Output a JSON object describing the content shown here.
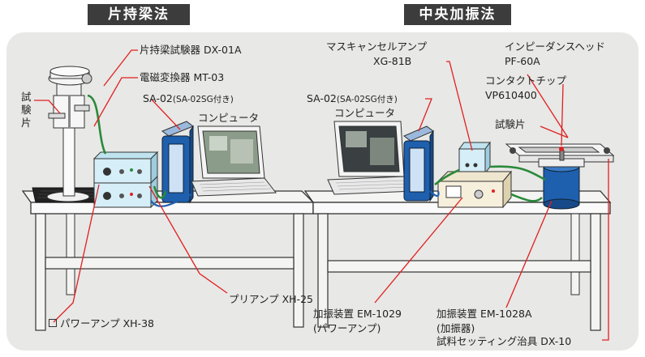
{
  "titles": {
    "cantilever": "片持梁法",
    "center": "中央加振法"
  },
  "labels": {
    "dx01a": "片持梁試験器 DX-01A",
    "mt03": "電磁変換器 MT-03",
    "shiken_left": "試験片",
    "sa02_left": "SA-02",
    "sa02_left_sub": "(SA-02SG付き)",
    "computer_left": "コンピュータ",
    "preamp": "プリアンプ XH-25",
    "poweramp": "パワーアンプ XH-38",
    "masking_l1": "マスキャンセルアンプ",
    "masking_l2": "XG-81B",
    "impedance_l1": "インピーダンスヘッド",
    "impedance_l2": "PF-60A",
    "contact_l1": "コンタクトチップ",
    "contact_l2": "VP610400",
    "sa02_right": "SA-02",
    "sa02_right_sub": "(SA-02SG付き)",
    "shiken_right": "試験片",
    "computer_right": "コンピュータ",
    "em1029_l1": "加振装置 EM-1029",
    "em1029_l2": "(パワーアンプ)",
    "em1028_l1": "加振装置 EM-1028A",
    "em1028_l2": "(加振器)",
    "dx10": "試料セッティング治具 DX-10"
  },
  "colors": {
    "title_bg": "#3c3c3c",
    "panel_bg": "#e8e8e6",
    "leader": "#e02020",
    "cable": "#2a8a3a",
    "device_blue": "#1e5fae"
  }
}
